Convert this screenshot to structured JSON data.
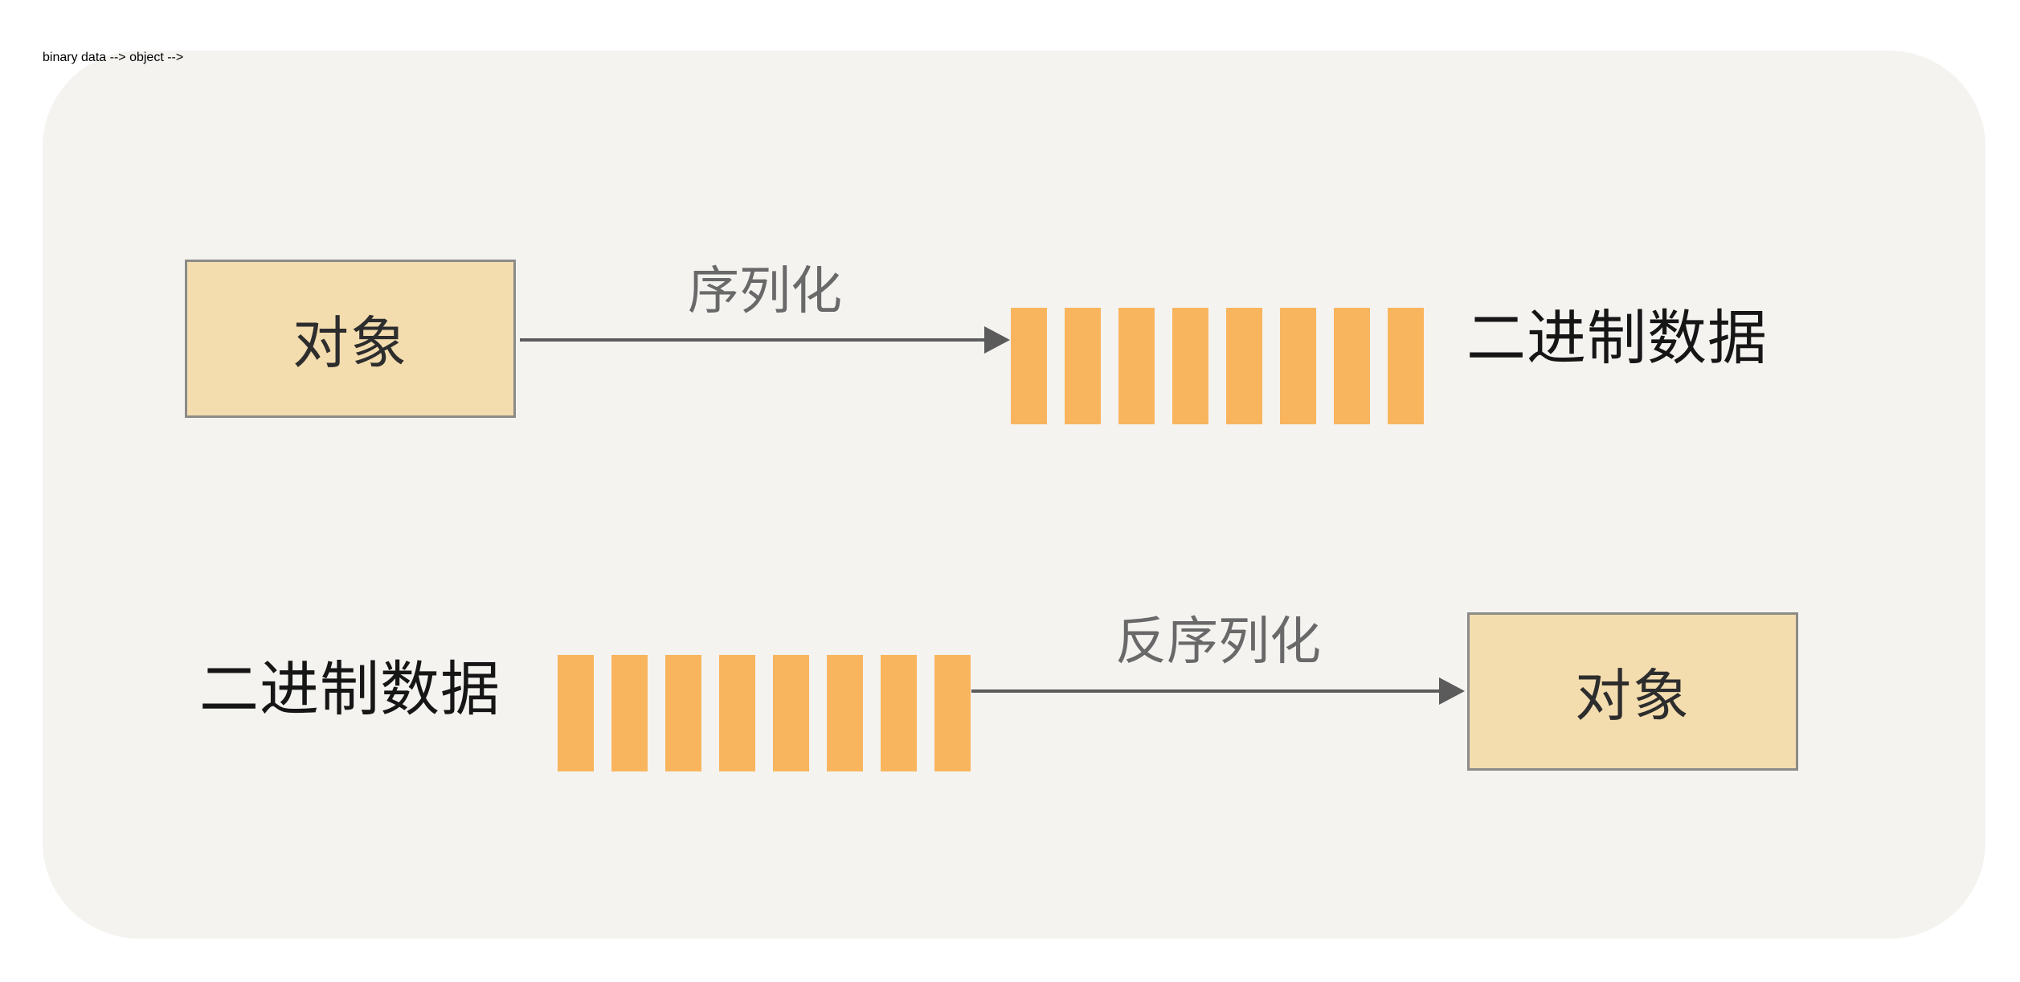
{
  "rows": [
    {
      "id": "serialize",
      "source_label": "对象",
      "arrow_label": "序列化",
      "target_label": "二进制数据",
      "target_bar_count": 8
    },
    {
      "id": "deserialize",
      "source_label": "二进制数据",
      "source_bar_count": 8,
      "arrow_label": "反序列化",
      "target_label": "对象"
    }
  ],
  "colors": {
    "panel_bg": "#F4F3F0",
    "bar": "#F9B55E",
    "box_fill": "#F3DCAE",
    "box_border": "#8B8B88",
    "arrow": "#5B5B5B",
    "label_text": "#696969",
    "box_text": "#2D2D2D",
    "side_text": "#161616"
  }
}
